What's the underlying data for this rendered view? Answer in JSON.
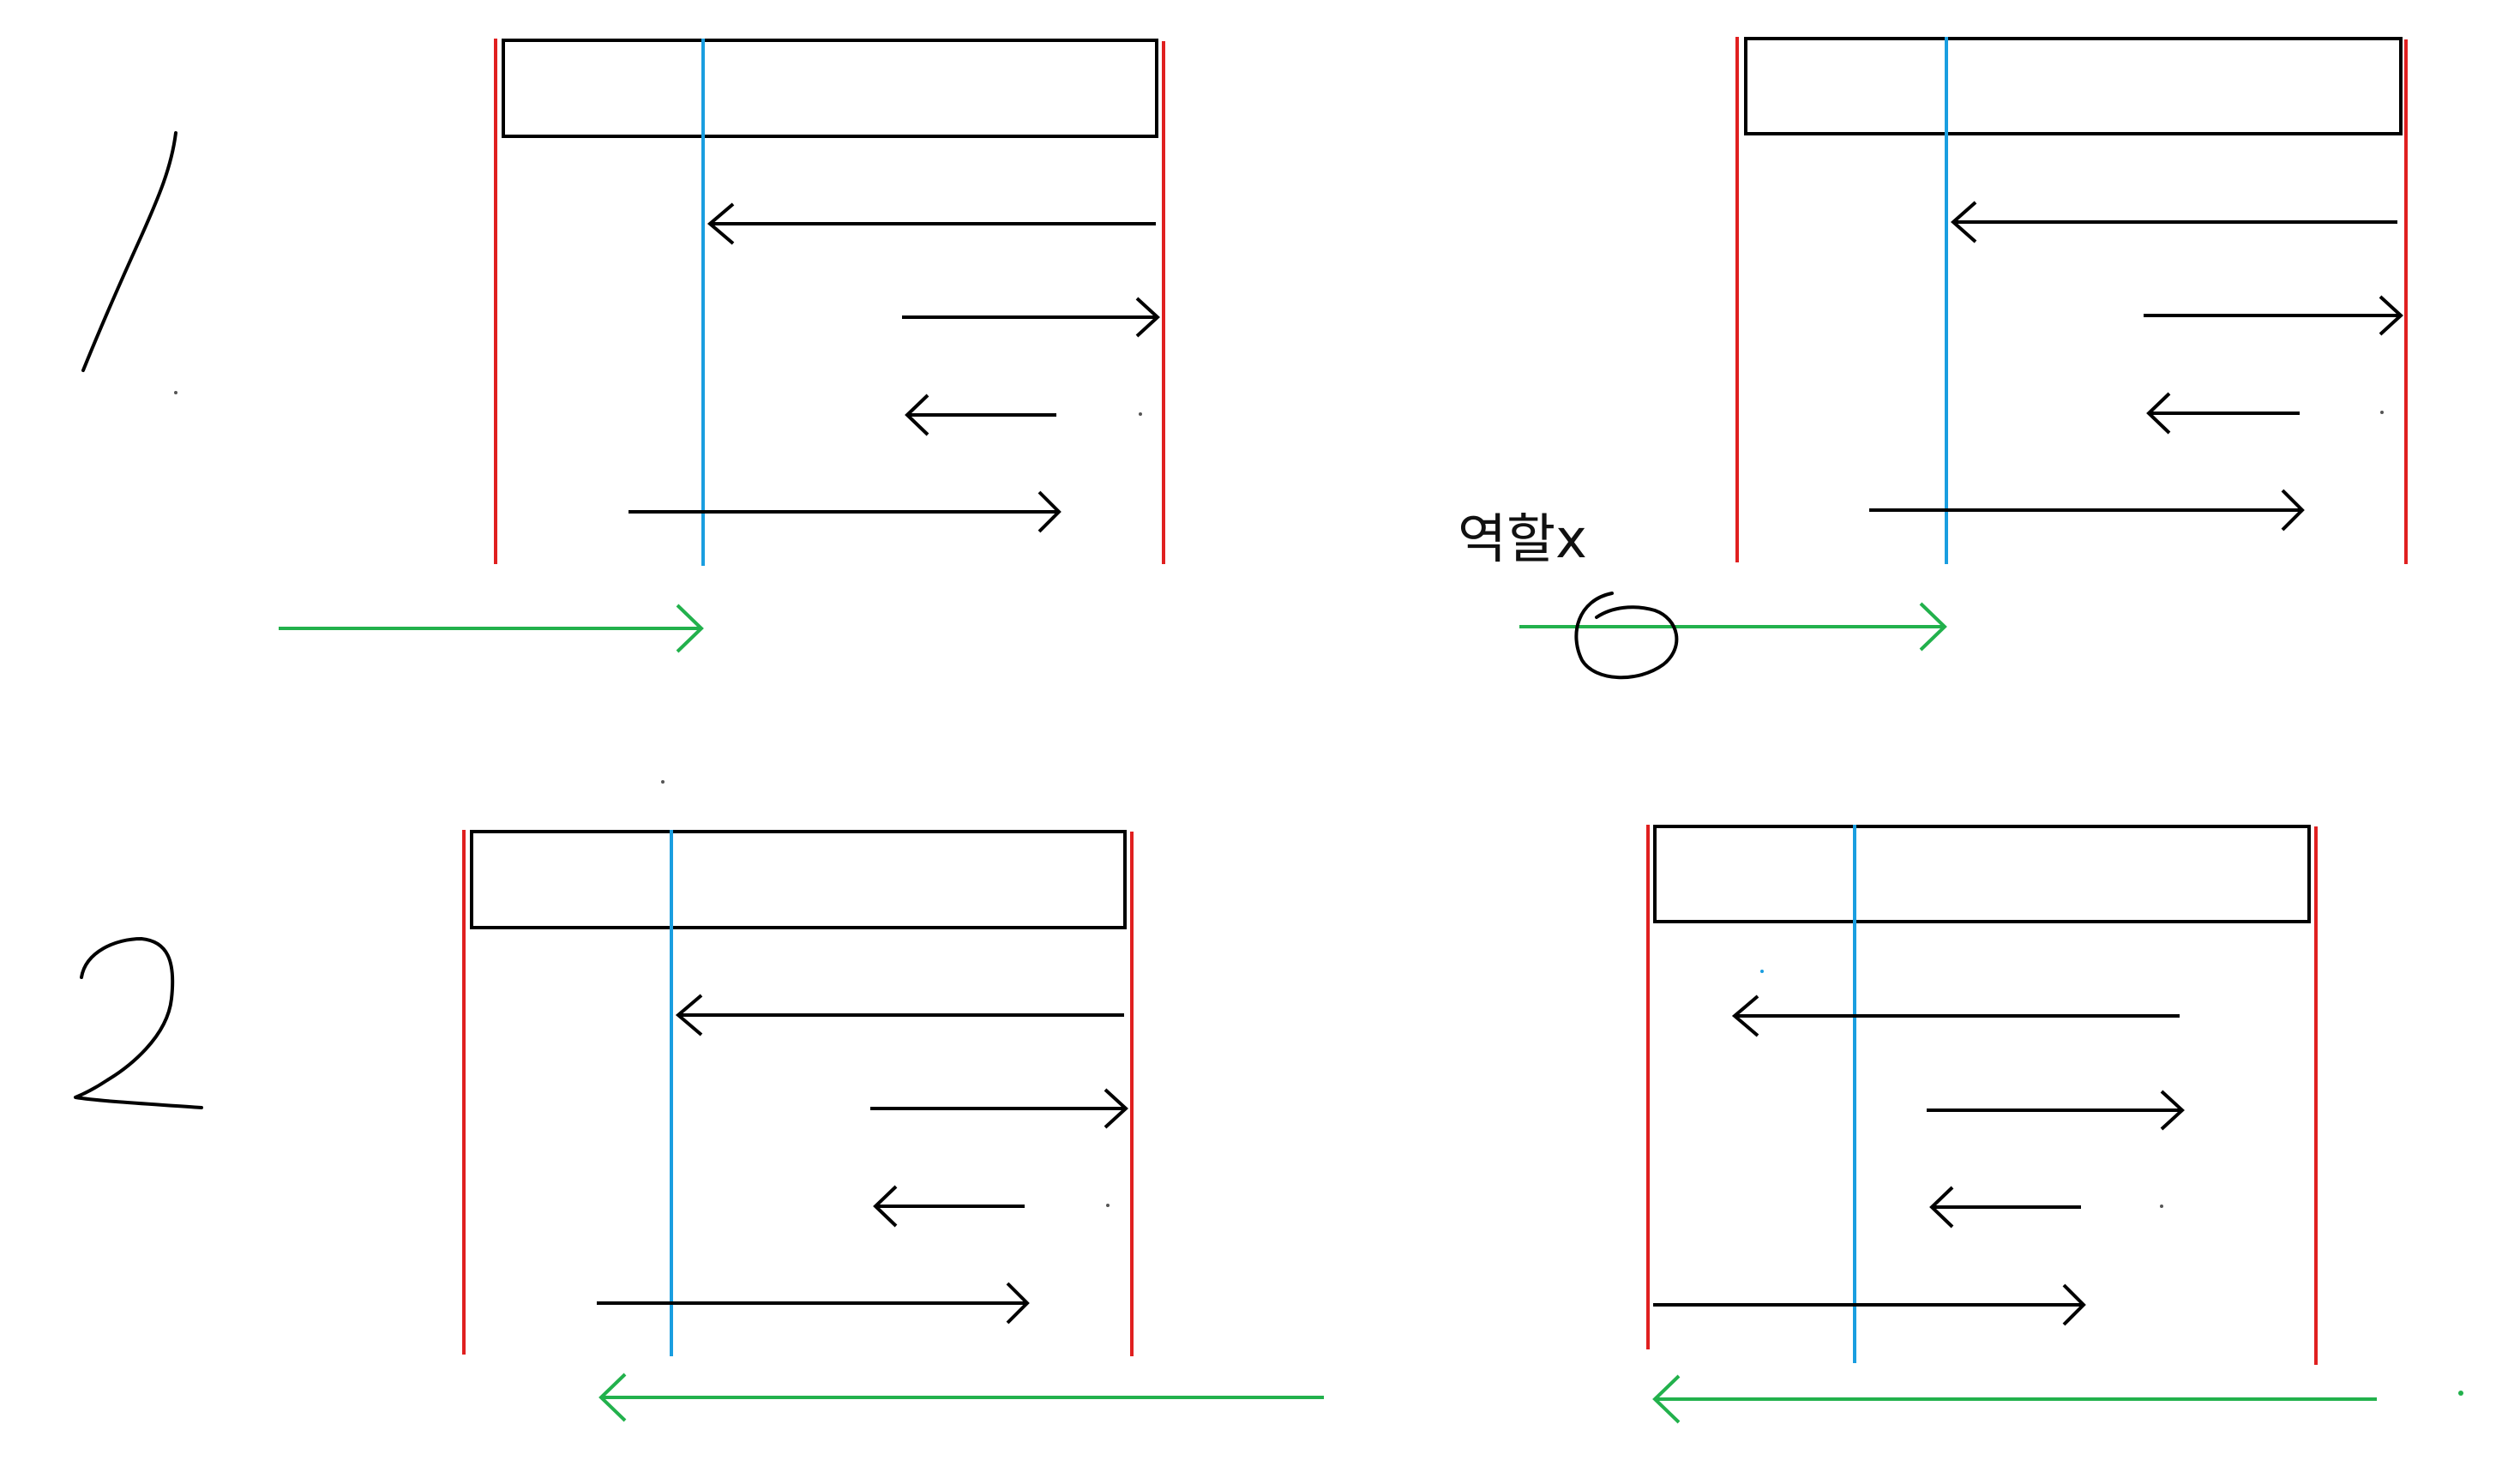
{
  "annotation_text": "역할x",
  "colors": {
    "background": "#ffffff",
    "box": "#000000",
    "red_boundary": "#e02020",
    "blue_line": "#1a9ee0",
    "black_arrow": "#000000",
    "green_arrow": "#22b14c"
  },
  "panels": [
    {
      "label": "1",
      "id": "panel-1-left",
      "green_arrow_direction": "right",
      "arrows": [
        "left",
        "right",
        "left",
        "right"
      ]
    },
    {
      "label": "",
      "id": "panel-1-right",
      "green_arrow_direction": "right",
      "has_annotation": true,
      "arrows": [
        "left",
        "right",
        "left",
        "right"
      ]
    },
    {
      "label": "2",
      "id": "panel-2-left",
      "green_arrow_direction": "left",
      "arrows": [
        "left",
        "right",
        "left",
        "right"
      ]
    },
    {
      "label": "",
      "id": "panel-2-right",
      "green_arrow_direction": "left",
      "arrows": [
        "left",
        "right",
        "left",
        "right"
      ]
    }
  ]
}
